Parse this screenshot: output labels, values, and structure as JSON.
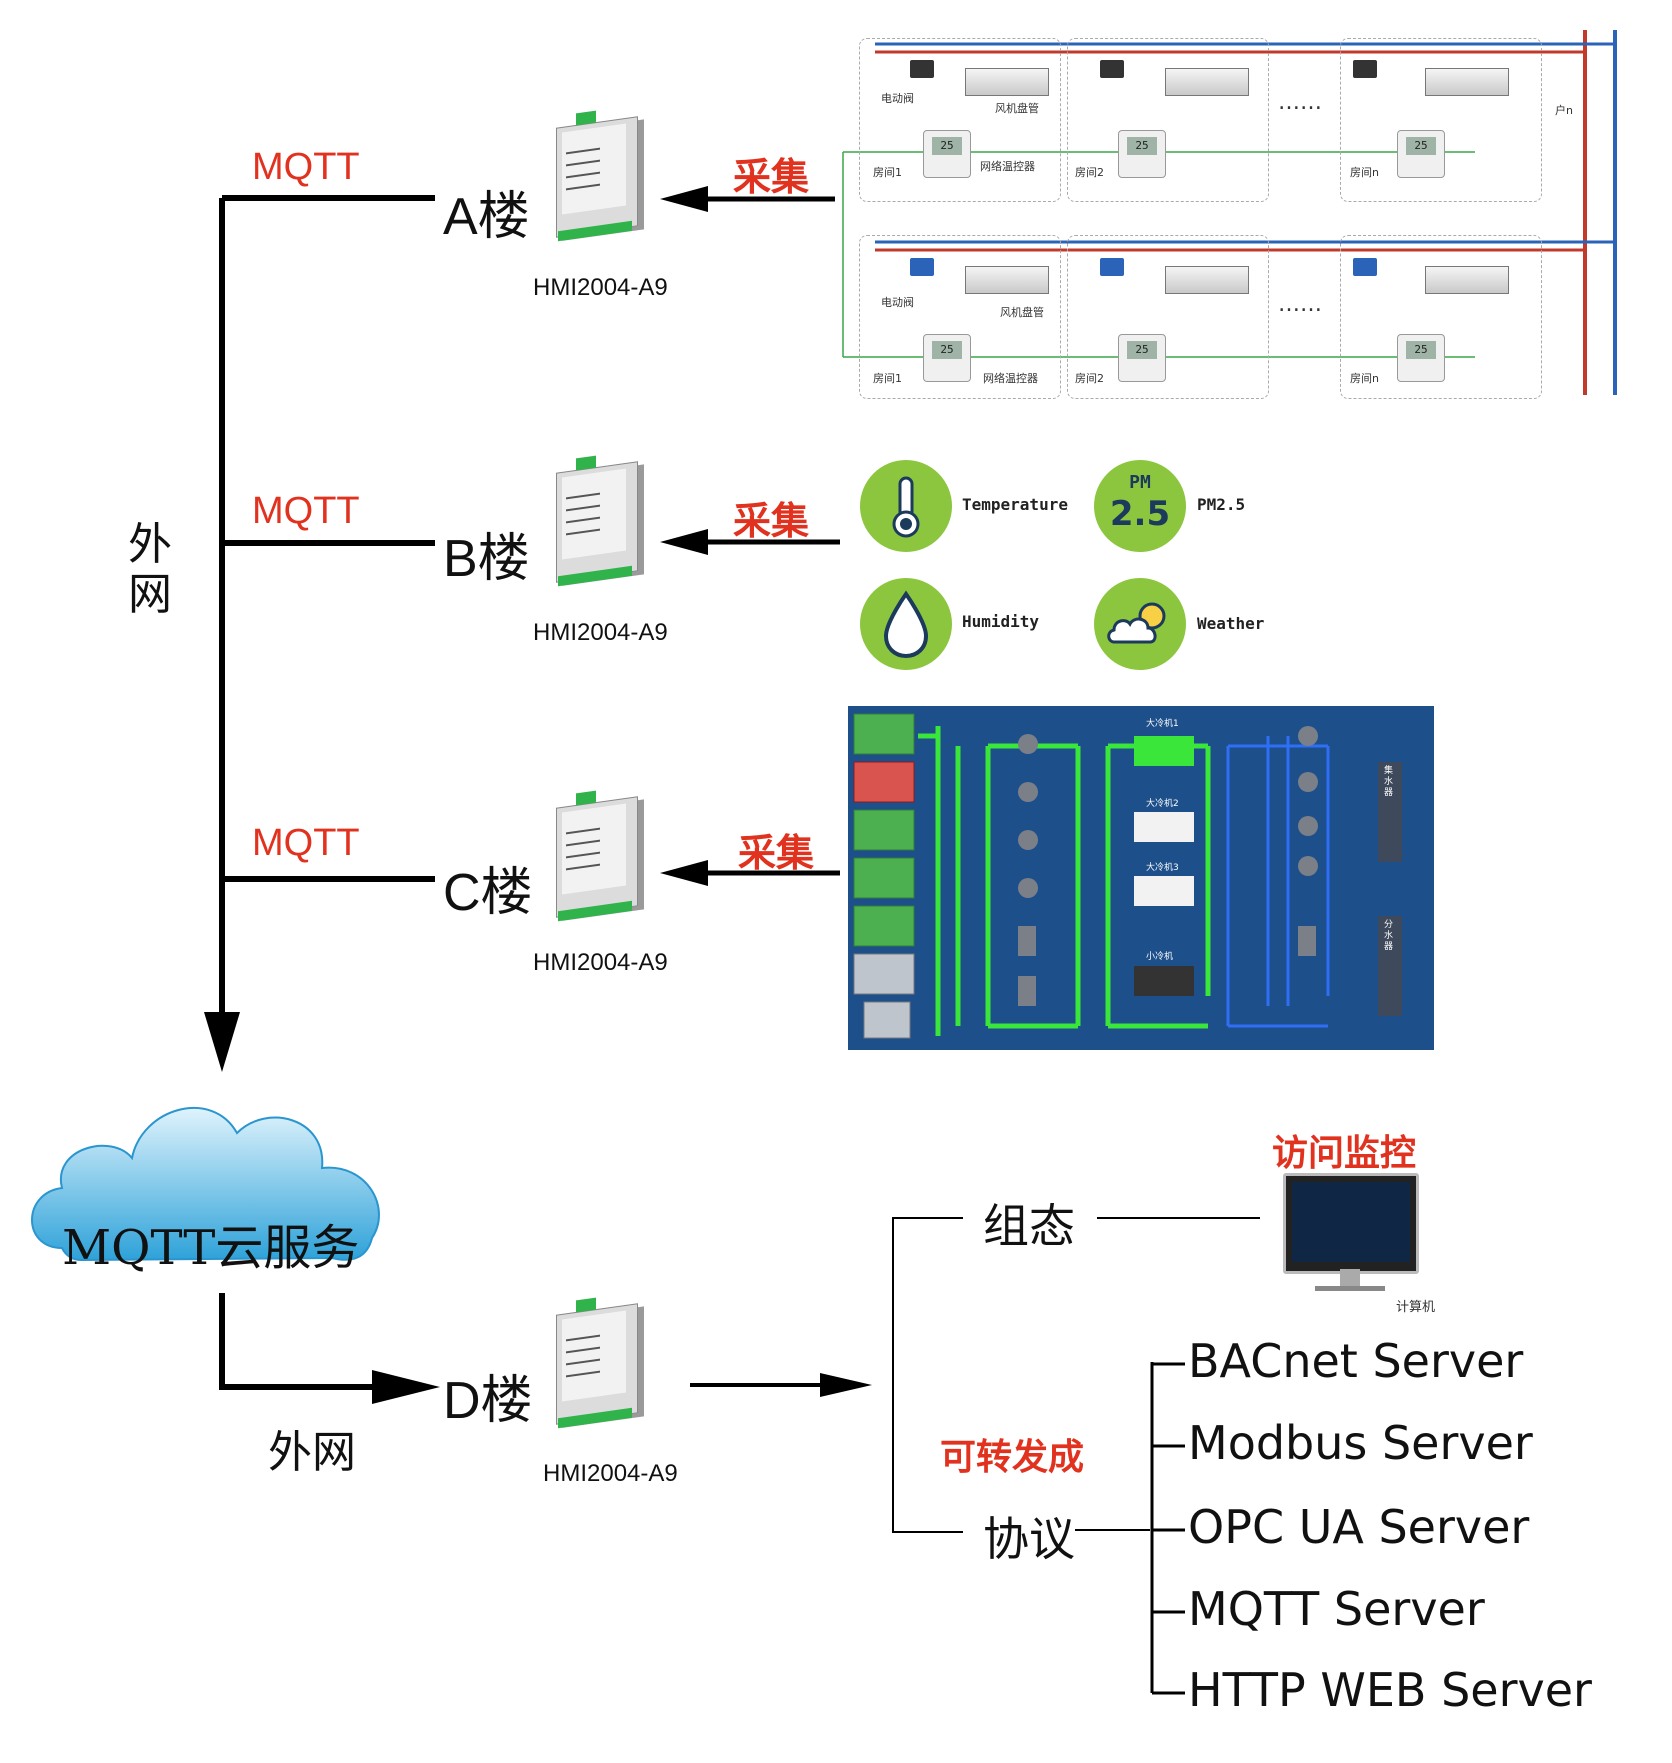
{
  "buildings": [
    {
      "label": "A楼",
      "uplink": "MQTT",
      "collect": "采集",
      "gateway_model": "HMI2004-A9"
    },
    {
      "label": "B楼",
      "uplink": "MQTT",
      "collect": "采集",
      "gateway_model": "HMI2004-A9"
    },
    {
      "label": "C楼",
      "uplink": "MQTT",
      "collect": "采集",
      "gateway_model": "HMI2004-A9"
    }
  ],
  "external_network": "外网",
  "external_network_chars": [
    "外",
    "网"
  ],
  "cloud": {
    "label": "MQTT云服务"
  },
  "building_d": {
    "label": "D楼",
    "gateway_model": "HMI2004-A9",
    "network": "外网"
  },
  "ac_panel": {
    "valve_label": "电动阀",
    "fcu_label": "风机盘管",
    "controller_label": "网络温控器",
    "rooms": [
      "房间1",
      "房间2",
      "房间n"
    ],
    "household": "户n",
    "ellipsis": "……",
    "thermostat_reading": "25"
  },
  "sensors": [
    {
      "label": "Temperature",
      "icon": "thermometer-icon"
    },
    {
      "label": "PM2.5",
      "icon": "pm25-icon"
    },
    {
      "label": "Humidity",
      "icon": "water-drop-icon"
    },
    {
      "label": "Weather",
      "icon": "cloud-sun-icon"
    }
  ],
  "pm_icon_text": {
    "top": "PM",
    "value": "2.5"
  },
  "scada": {
    "chillers": [
      "大冷机1",
      "大冷机2",
      "大冷机3",
      "小冷机"
    ],
    "collector": "集水器",
    "distributor": "分水器"
  },
  "output": {
    "config_label": "组态",
    "monitor_title": "访问监控",
    "computer_label": "计算机",
    "convert_title": "可转发成",
    "protocol_label": "协议",
    "servers": [
      "BACnet Server",
      "Modbus Server",
      "OPC UA Server",
      "MQTT Server",
      "HTTP WEB Server"
    ]
  },
  "colors": {
    "accent_red": "#e0321e",
    "sensor_green": "#8cc63f",
    "scada_blue": "#1d4f8a",
    "hot_pipe": "#c0392b",
    "cold_pipe": "#2a63b8"
  }
}
